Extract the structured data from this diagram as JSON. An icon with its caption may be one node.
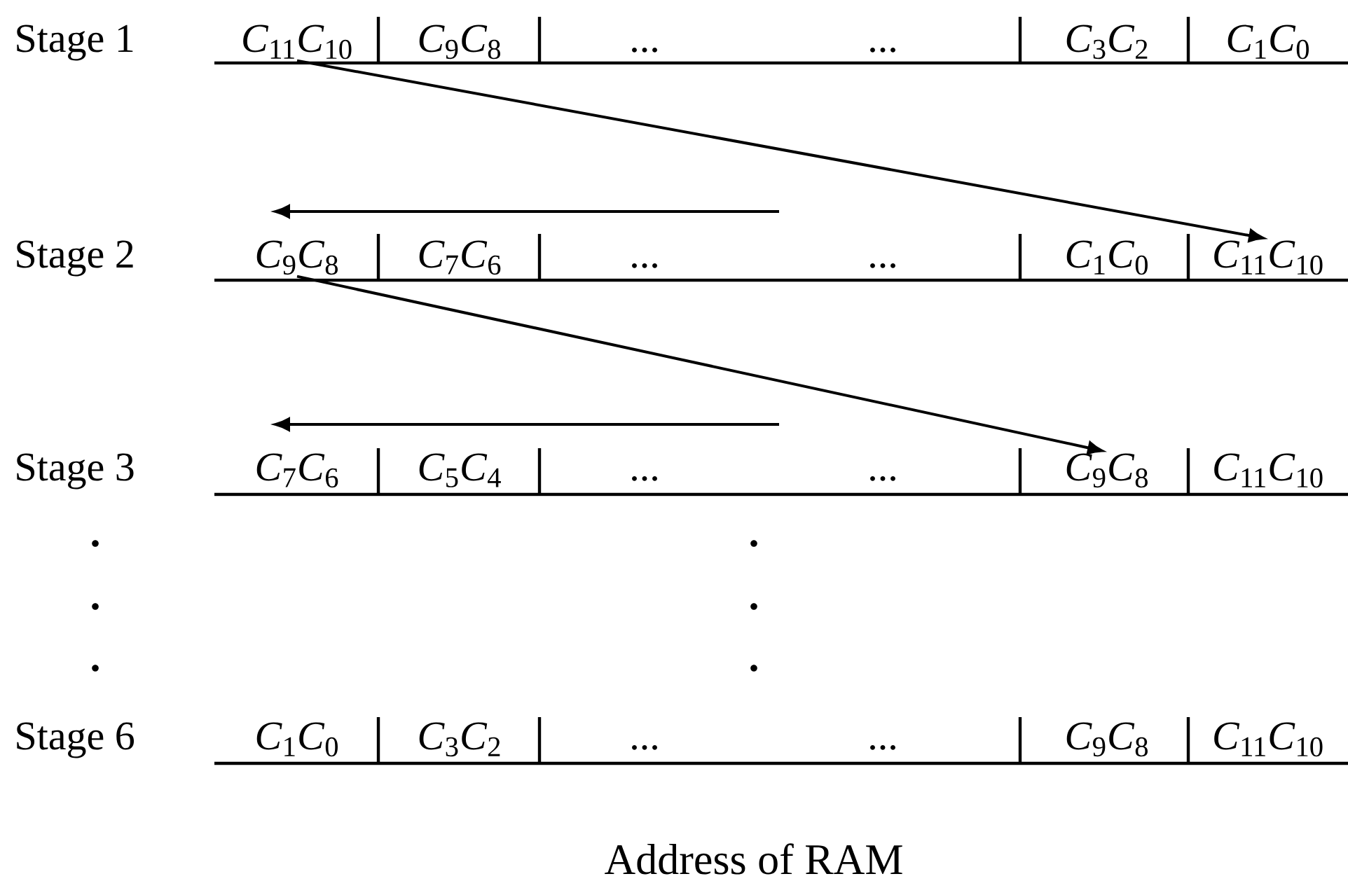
{
  "diagram": {
    "nodes": [
      {
        "text": [
          "*C*$_{11}$*C*$_{10}$"
        ]
      },
      {
        "text": [
          "*C*$_{9}$*C*$_{8}$"
        ]
      },
      {
        "text": [
          "..."
        ]
      },
      {
        "text": [
          "..."
        ]
      },
      {
        "text": [
          "*C*$_{3}$*C*$_{2}$"
        ]
      },
      {
        "text": [
          "*C*$_{1}$*C*$_{0}$"
        ]
      },
      {
        "text": [
          "*C*$_{9}$*C*$_{8}$"
        ]
      },
      {
        "text": [
          "*C*$_{7}$*C*$_{6}$"
        ]
      },
      {
        "text": [
          "..."
        ]
      },
      {
        "text": [
          "..."
        ]
      },
      {
        "text": [
          "*C*$_{1}$*C*$_{0}$"
        ]
      },
      {
        "text": [
          "*C*$_{11}$*C*$_{10}$"
        ]
      },
      {
        "text": [
          "*C*$_{7}$*C*$_{6}$"
        ]
      },
      {
        "text": [
          "*C*$_{5}$*C*$_{4}$"
        ]
      },
      {
        "text": [
          "..."
        ]
      },
      {
        "text": [
          "..."
        ]
      },
      {
        "text": [
          "*C*$_{9}$*C*$_{8}$"
        ]
      },
      {
        "text": [
          "*C*$_{11}$*C*$_{10}$"
        ]
      },
      {
        "text": [
          "*C*$_{1}$*C*$_{0}$"
        ]
      },
      {
        "text": [
          "*C*$_{3}$*C*$_{2}$"
        ]
      },
      {
        "text": [
          "..."
        ]
      },
      {
        "text": [
          "..."
        ]
      },
      {
        "text": [
          "*C*$_{9}$*C*$_{8}$"
        ]
      },
      {
        "text": [
          "*C*$_{11}$*C*$_{10}$"
        ]
      }
    ],
    "edges": [
      {
        "from": 0,
        "to": 11,
        "arrow": "to"
      },
      {
        "from": 6,
        "to": 16,
        "arrow": "to"
      }
    ],
    "labels": [
      "Stage 1",
      "Stage 2",
      "Stage 3",
      "Stage 6",
      "Address of RAM"
    ]
  }
}
